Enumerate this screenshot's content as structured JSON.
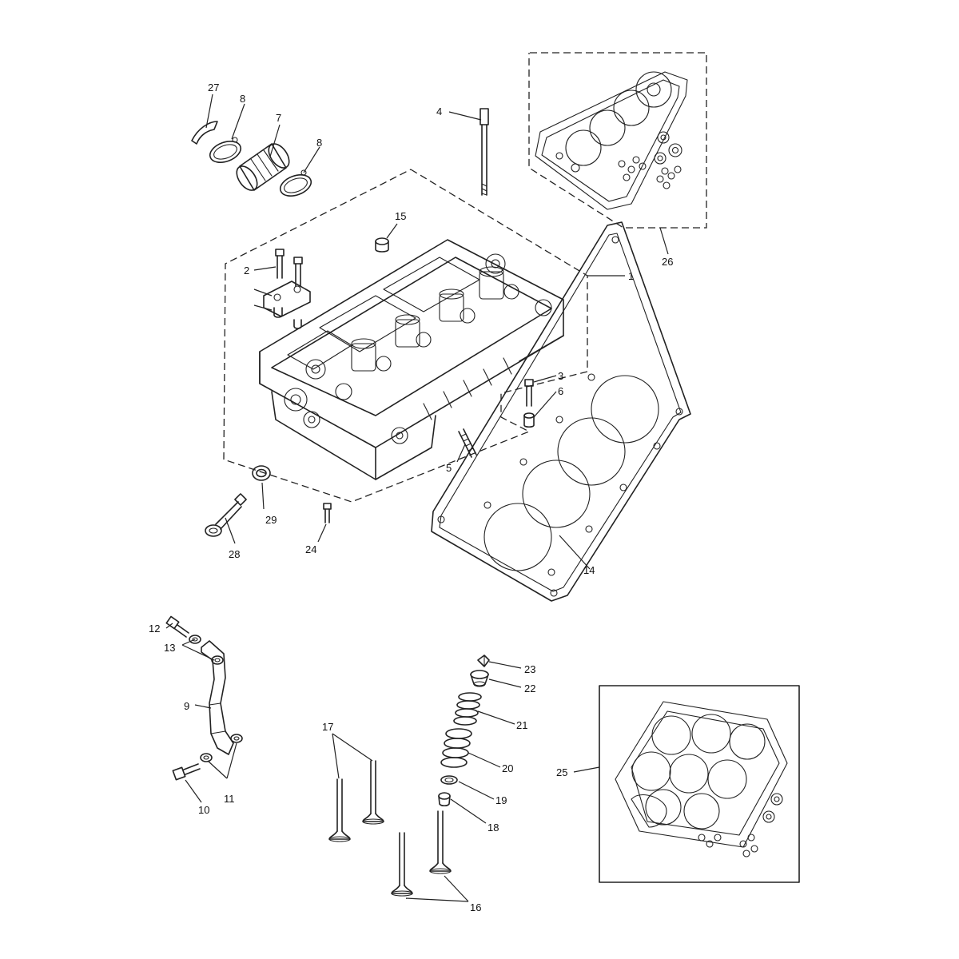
{
  "callouts": {
    "c1": "1",
    "c2": "2",
    "c3": "3",
    "c4": "4",
    "c5": "5",
    "c6": "6",
    "c7": "7",
    "c8a": "8",
    "c8b": "8",
    "c9": "9",
    "c10": "10",
    "c11": "11",
    "c12": "12",
    "c13": "13",
    "c14": "14",
    "c15": "15",
    "c16": "16",
    "c17": "17",
    "c18": "18",
    "c19": "19",
    "c20": "20",
    "c21": "21",
    "c22": "22",
    "c23": "23",
    "c24": "24",
    "c25": "25",
    "c26": "26",
    "c27": "27",
    "c28": "28",
    "c29": "29"
  },
  "colors": {
    "line": "#222222",
    "background": "#ffffff"
  }
}
